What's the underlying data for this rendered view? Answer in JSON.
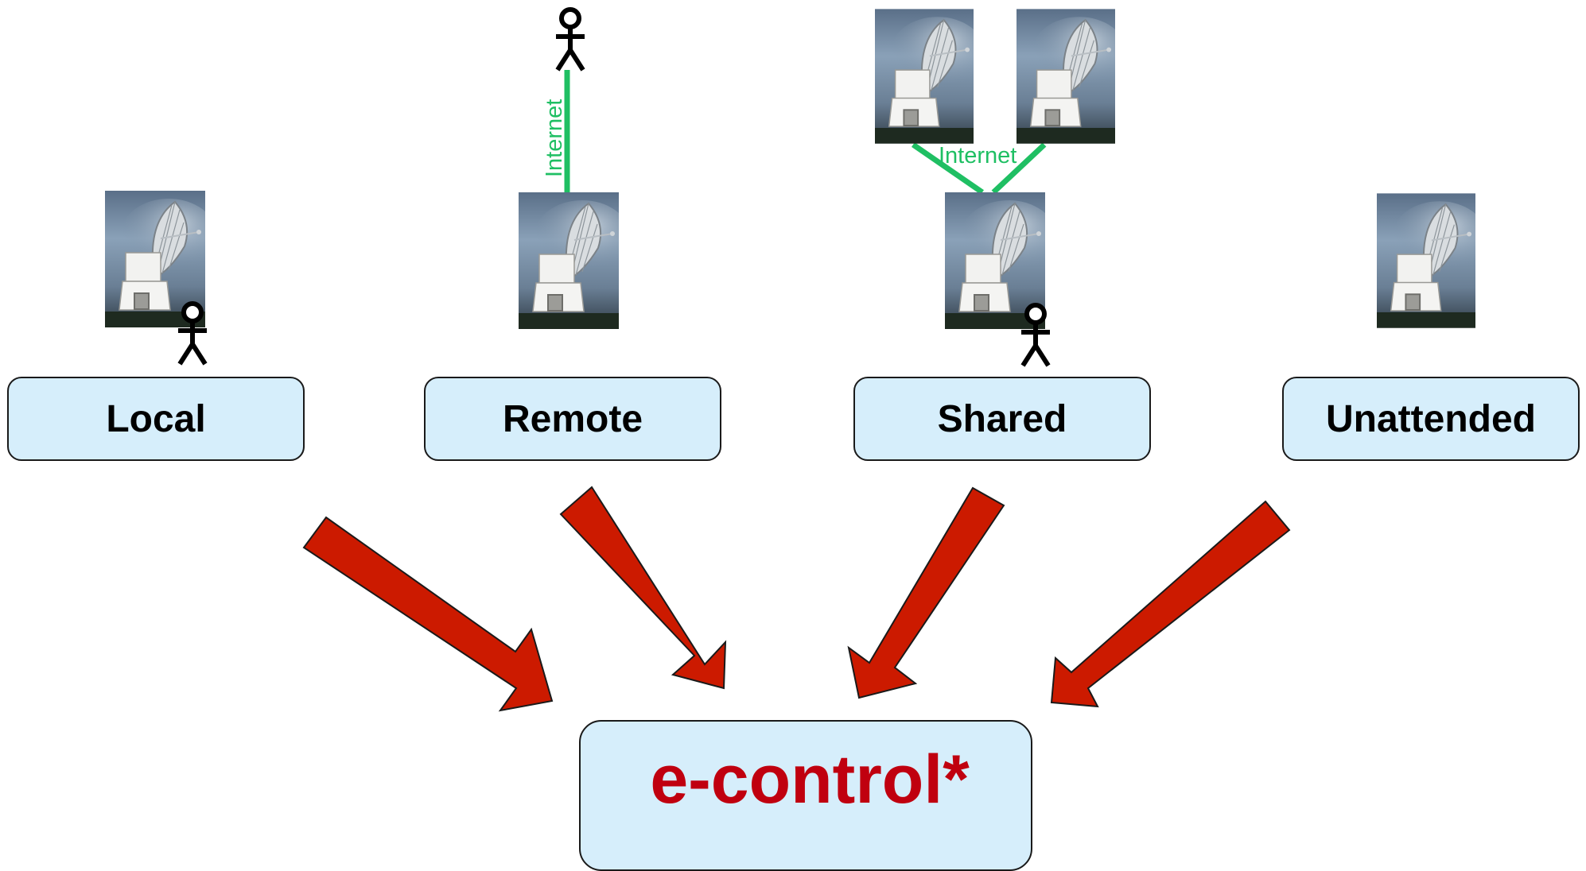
{
  "modes": {
    "local": "Local",
    "remote": "Remote",
    "shared": "Shared",
    "unattended": "Unattended"
  },
  "center_label": "e-control*",
  "link_label": "Internet",
  "colors": {
    "box_fill": "#d6eefb",
    "arrow_fill": "#cc1a00",
    "center_text": "#c0000f",
    "internet_line": "#1fbf63"
  },
  "icons": {
    "telescope": "radio-telescope-photo",
    "person": "stick-figure-person-icon",
    "arrow": "red-block-arrow"
  }
}
